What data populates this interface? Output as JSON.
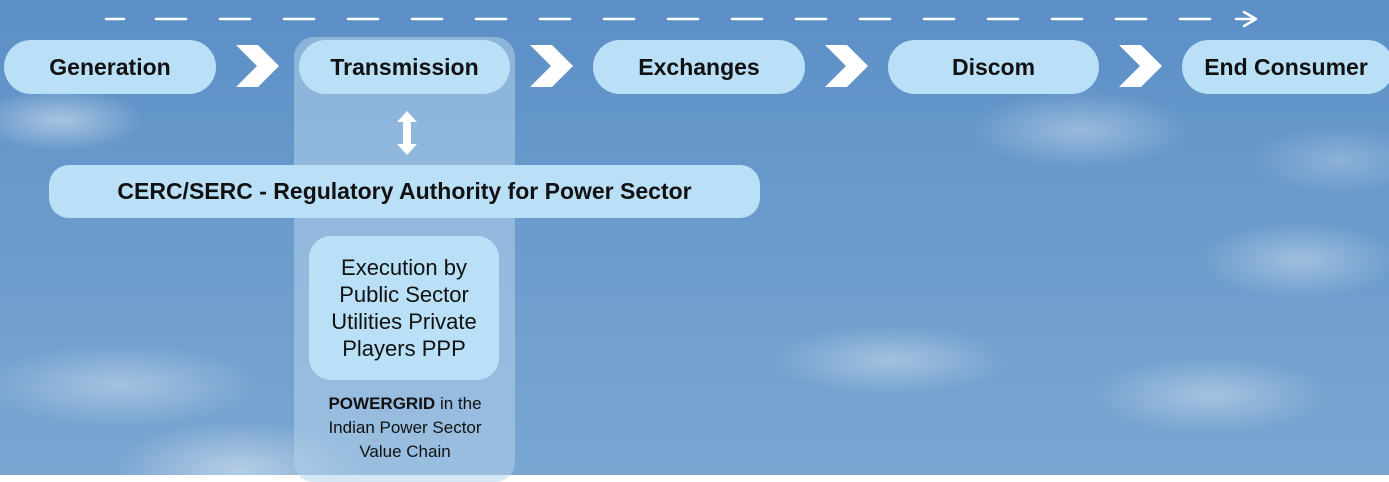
{
  "flow": {
    "steps": [
      {
        "label": "Generation"
      },
      {
        "label": "Transmission"
      },
      {
        "label": "Exchanges"
      },
      {
        "label": "Discom"
      },
      {
        "label": "End Consumer"
      }
    ]
  },
  "regulator": {
    "label": "CERC/SERC - Regulatory Authority for Power Sector"
  },
  "execution": {
    "lines": [
      "Execution by",
      "Public Sector",
      "Utilities Private",
      "Players PPP"
    ]
  },
  "caption": {
    "bold": "POWERGRID",
    "rest": "in the",
    "line2": "Indian Power Sector",
    "line3": "Value Chain"
  },
  "colors": {
    "pill": "#b9e0f6",
    "chevron": "#ffffff",
    "column": "#b2d2eb",
    "sky": "#6a9bcc"
  }
}
